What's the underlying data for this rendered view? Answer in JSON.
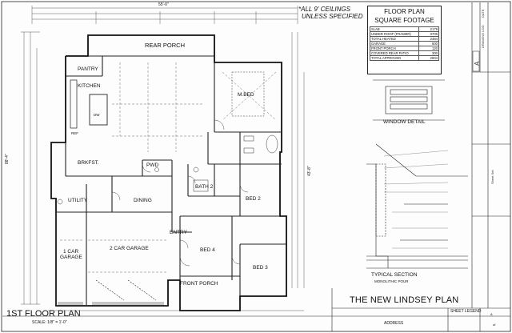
{
  "plan_title": "THE NEW LINDSEY PLAN",
  "floor_plan_title": "1ST FLOOR PLAN",
  "floor_plan_scale": "SCALE: 1/8\" = 1'-0\"",
  "ceiling_note_1": "*ALL 9' CEILINGS",
  "ceiling_note_2": "UNLESS SPECIFIED",
  "sqft": {
    "title_1": "FLOOR PLAN",
    "title_2": "SQUARE FOOTAGE",
    "rows": [
      {
        "label": "SLAB",
        "value": "2179"
      },
      {
        "label": "UNDER ROOF (FRAMER)",
        "value": "3705"
      },
      {
        "label": "TOTAL HEATED",
        "value": "2484"
      },
      {
        "label": "GARAGE",
        "value": "600"
      },
      {
        "label": "FRONT PORCH",
        "value": "120"
      },
      {
        "label": "COVERED REAR PATIO",
        "value": "300"
      },
      {
        "label": "TOTAL APPROVED",
        "value": "2604"
      }
    ]
  },
  "window_detail_label": "WINDOW DETAIL",
  "typical_section_label": "TYPICAL SECTION",
  "typical_section_sub": "MONOLITHIC POUR",
  "rooms": {
    "rear_porch": "REAR PORCH",
    "pantry": "PANTRY",
    "kitchen": "KITCHEN",
    "mbed": "M.BED",
    "brkfst": "BRKFST.",
    "pwd": "PWD",
    "dining": "DINING",
    "utility": "UTILITY",
    "bath2": "BATH 2",
    "bed2": "BED 2",
    "entry": "ENTRY",
    "bed4": "BED 4",
    "bed3": "BED 3",
    "garage1": "1 CAR",
    "garage1b": "GARAGE",
    "garage2": "2 CAR GARAGE",
    "front_porch": "FRONT PORCH",
    "dw": "DW",
    "ref": "REF"
  },
  "title_block": {
    "address_label": "ADDRESS",
    "sheet_legend_label": "SHEET LEGEND",
    "sheet_number": "A",
    "of_label": "of",
    "drawing_log": "DRAWING LOG",
    "date_label": "DATE",
    "sheet_set": "Sheet Set"
  },
  "dims": {
    "top_overall": "55'-0\"",
    "left_overall": "88'-4\"",
    "right_overall": "43'-8\""
  }
}
